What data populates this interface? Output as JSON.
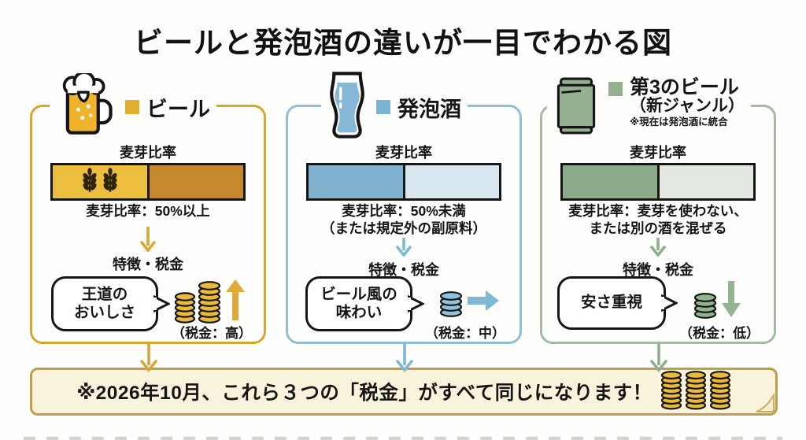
{
  "title": "ビールと発泡酒の違いが一目でわかる図",
  "columns": [
    {
      "id": "beer",
      "label": "ビール",
      "icon": "beer-mug-icon",
      "ratio_heading": "麦芽比率",
      "ratio_text": "麦芽比率：50%以上",
      "feature_heading": "特徴・税金",
      "bubble_text": "王道の\nおいしさ",
      "tax_label": "（税金：高）",
      "tax_level": "high",
      "colors": {
        "accent": "#D8A52F",
        "bullet": "#E3AE2C",
        "bar_left": "#ECBE3E",
        "bar_right": "#C5882C",
        "coin": "#EBBA3D"
      }
    },
    {
      "id": "happoshu",
      "label": "発泡酒",
      "icon": "beer-glass-icon",
      "ratio_heading": "麦芽比率",
      "ratio_text": "麦芽比率：50%未満\n（または規定外の副原料）",
      "feature_heading": "特徴・税金",
      "bubble_text": "ビール風の\n味わい",
      "tax_label": "（税金：中）",
      "tax_level": "medium",
      "colors": {
        "accent": "#8FBED9",
        "bullet": "#7CB4D3",
        "bar_left": "#7FB2CF",
        "bar_right": "#D9E8F0",
        "coin": "#8FC2DC"
      }
    },
    {
      "id": "third-beer",
      "label": "第3のビール",
      "label2": "（新ジャンル）",
      "note": "※現在は発泡酒に統合",
      "icon": "beer-can-icon",
      "ratio_heading": "麦芽比率",
      "ratio_text": "麦芽比率：麦芽を使わない、\nまたは別の酒を混ぜる",
      "feature_heading": "特徴・税金",
      "bubble_text": "安さ重視",
      "tax_label": "（税金：低）",
      "tax_level": "low",
      "colors": {
        "accent": "#A5BCA2",
        "bullet": "#93B08F",
        "bar_left": "#8BAB88",
        "bar_right": "#E3E9E1",
        "coin": "#94B491"
      }
    }
  ],
  "footer": {
    "text": "※2026年10月、これら３つの「税金」がすべて同じになります！",
    "coin_icon": "coin-stack-icon"
  }
}
